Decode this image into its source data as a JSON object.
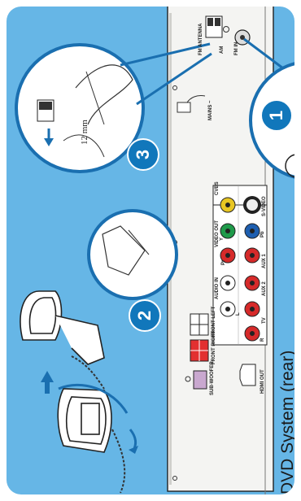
{
  "caption": "DVD System (rear)",
  "steps": {
    "one": "1",
    "two": "2",
    "three": "3"
  },
  "measurement": "12 mm",
  "panel_labels": {
    "fm_antenna": "FM ANTENNA",
    "am": "AM",
    "fm_in": "FM IN",
    "mains": "MAINS ~",
    "video_out": "VIDEO OUT",
    "cvbs": "CVBS",
    "s_video": "S-VIDEO",
    "audio_in": "AUDIO IN",
    "aux1": "AUX 1",
    "aux2": "AUX 2",
    "tv": "TV",
    "front_left": "FRONT LEFT",
    "front_right": "FRONT RIGHT",
    "subwoofer": "SUB-WOOFER",
    "hdmi_out": "HDMI OUT",
    "pr": "Pr",
    "pb": "Pb",
    "y": "Y",
    "l": "L",
    "r": "R"
  },
  "colors": {
    "background": "#66b6e6",
    "step_badge": "#1177bb",
    "device": "#f4f4f2"
  }
}
